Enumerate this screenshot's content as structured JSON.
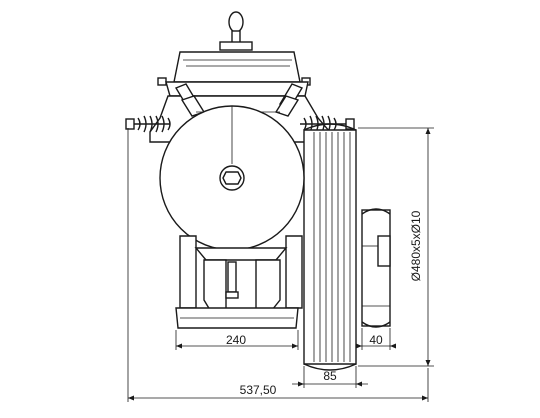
{
  "dimensions": {
    "width_total": "537,50",
    "base_width": "240",
    "pulley_width": "85",
    "brake_width": "40",
    "diameter": "Ø480x5xØ10"
  }
}
